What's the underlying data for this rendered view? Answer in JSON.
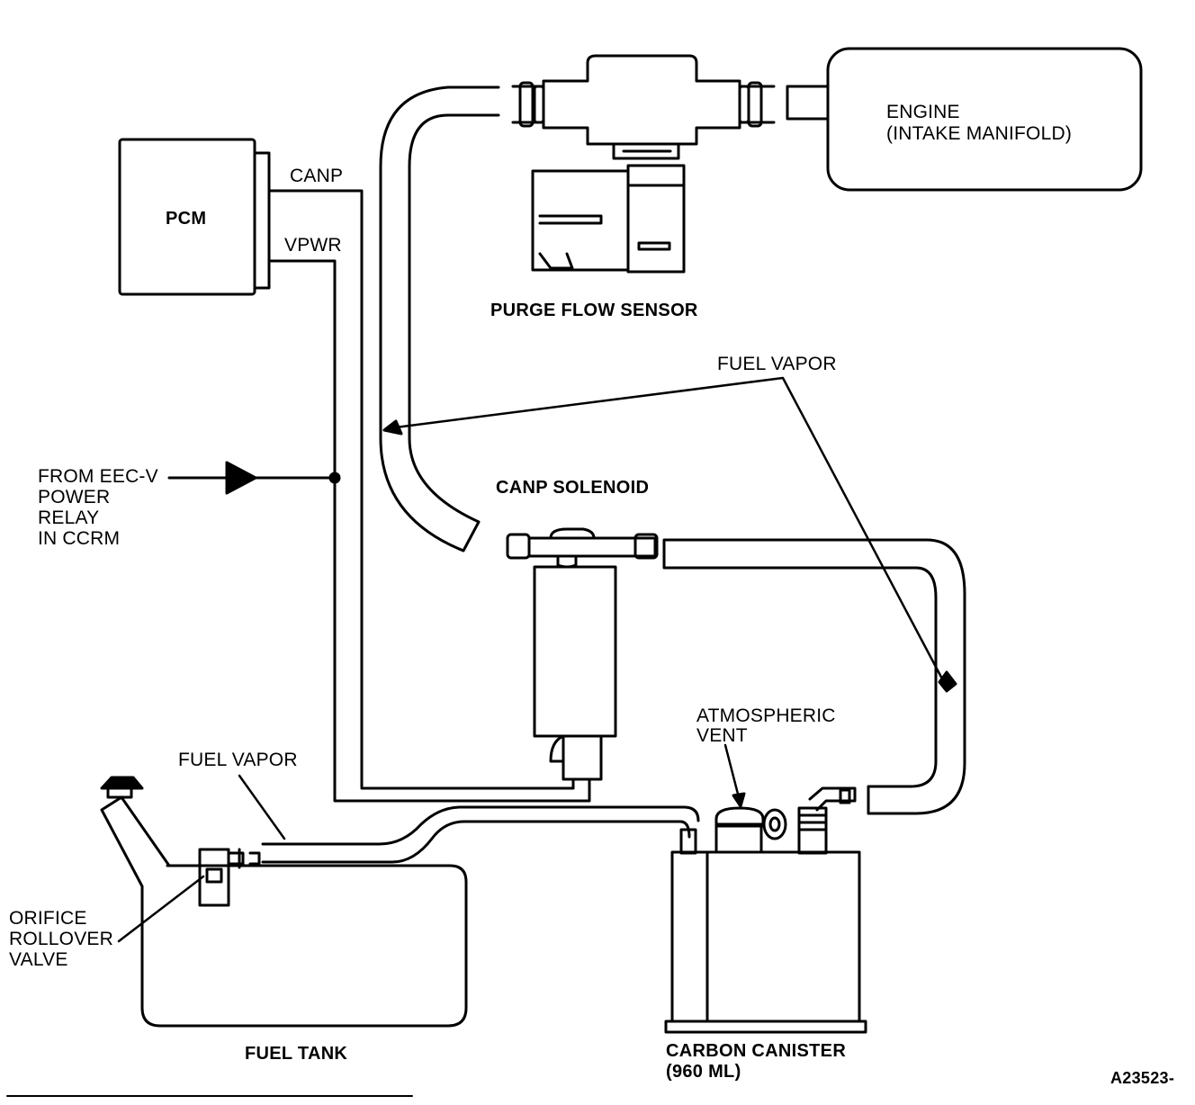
{
  "labels": {
    "canp": "CANP",
    "vpwr": "VPWR",
    "pcm": "PCM",
    "engine": [
      "ENGINE",
      "(INTAKE MANIFOLD)"
    ],
    "purge_flow_sensor": "PURGE FLOW SENSOR",
    "fuel_vapor_top": "FUEL VAPOR",
    "from_eec": [
      "FROM EEC-V",
      "POWER",
      "RELAY",
      "IN CCRM"
    ],
    "canp_solenoid": "CANP SOLENOID",
    "atmospheric_vent": [
      "ATMOSPHERIC",
      "VENT"
    ],
    "fuel_vapor_bottom": "FUEL VAPOR",
    "orifice_rollover_valve": [
      "ORIFICE",
      "ROLLOVER",
      "VALVE"
    ],
    "fuel_tank": "FUEL TANK",
    "carbon_canister": [
      "CARBON CANISTER",
      "(960 ML)"
    ],
    "figure_id": "A23523-"
  },
  "colors": {
    "ink": "#000000",
    "paper": "#ffffff"
  }
}
